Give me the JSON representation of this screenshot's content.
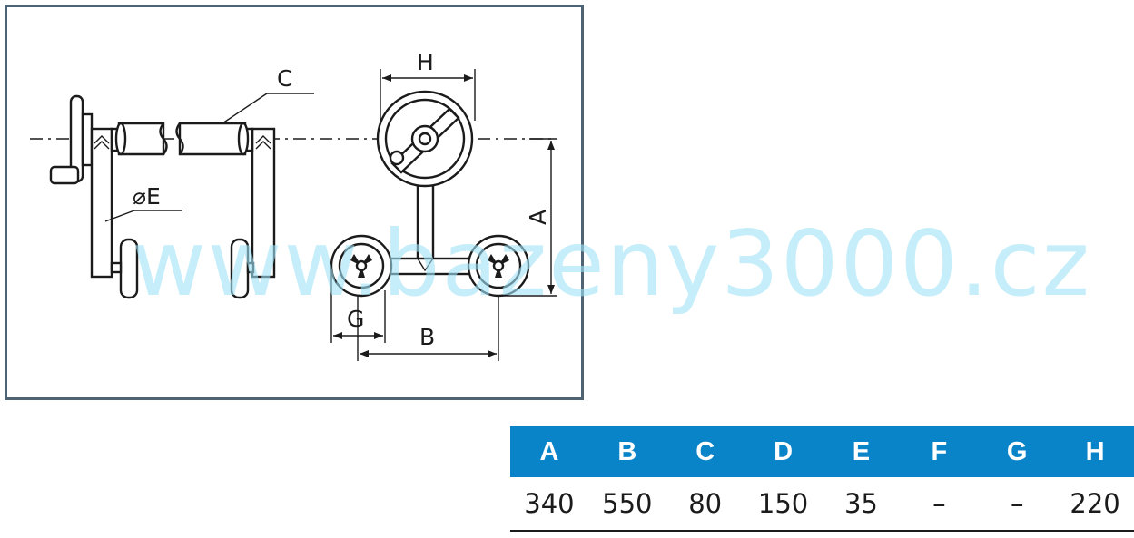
{
  "drawing": {
    "labels": {
      "c": "C",
      "diameter_e": "⌀E",
      "h": "H",
      "a": "A",
      "g": "G",
      "b": "B"
    },
    "line_color": "#1b1b1b",
    "frame_color": "#4e6373"
  },
  "watermark": {
    "text": "www.bazeny3000.cz",
    "color": "#9fe3f7"
  },
  "dimensions_table": {
    "header_color": "#0a84c9",
    "headers": [
      "A",
      "B",
      "C",
      "D",
      "E",
      "F",
      "G",
      "H"
    ],
    "values": [
      "340",
      "550",
      "80",
      "150",
      "35",
      "–",
      "–",
      "220"
    ]
  }
}
